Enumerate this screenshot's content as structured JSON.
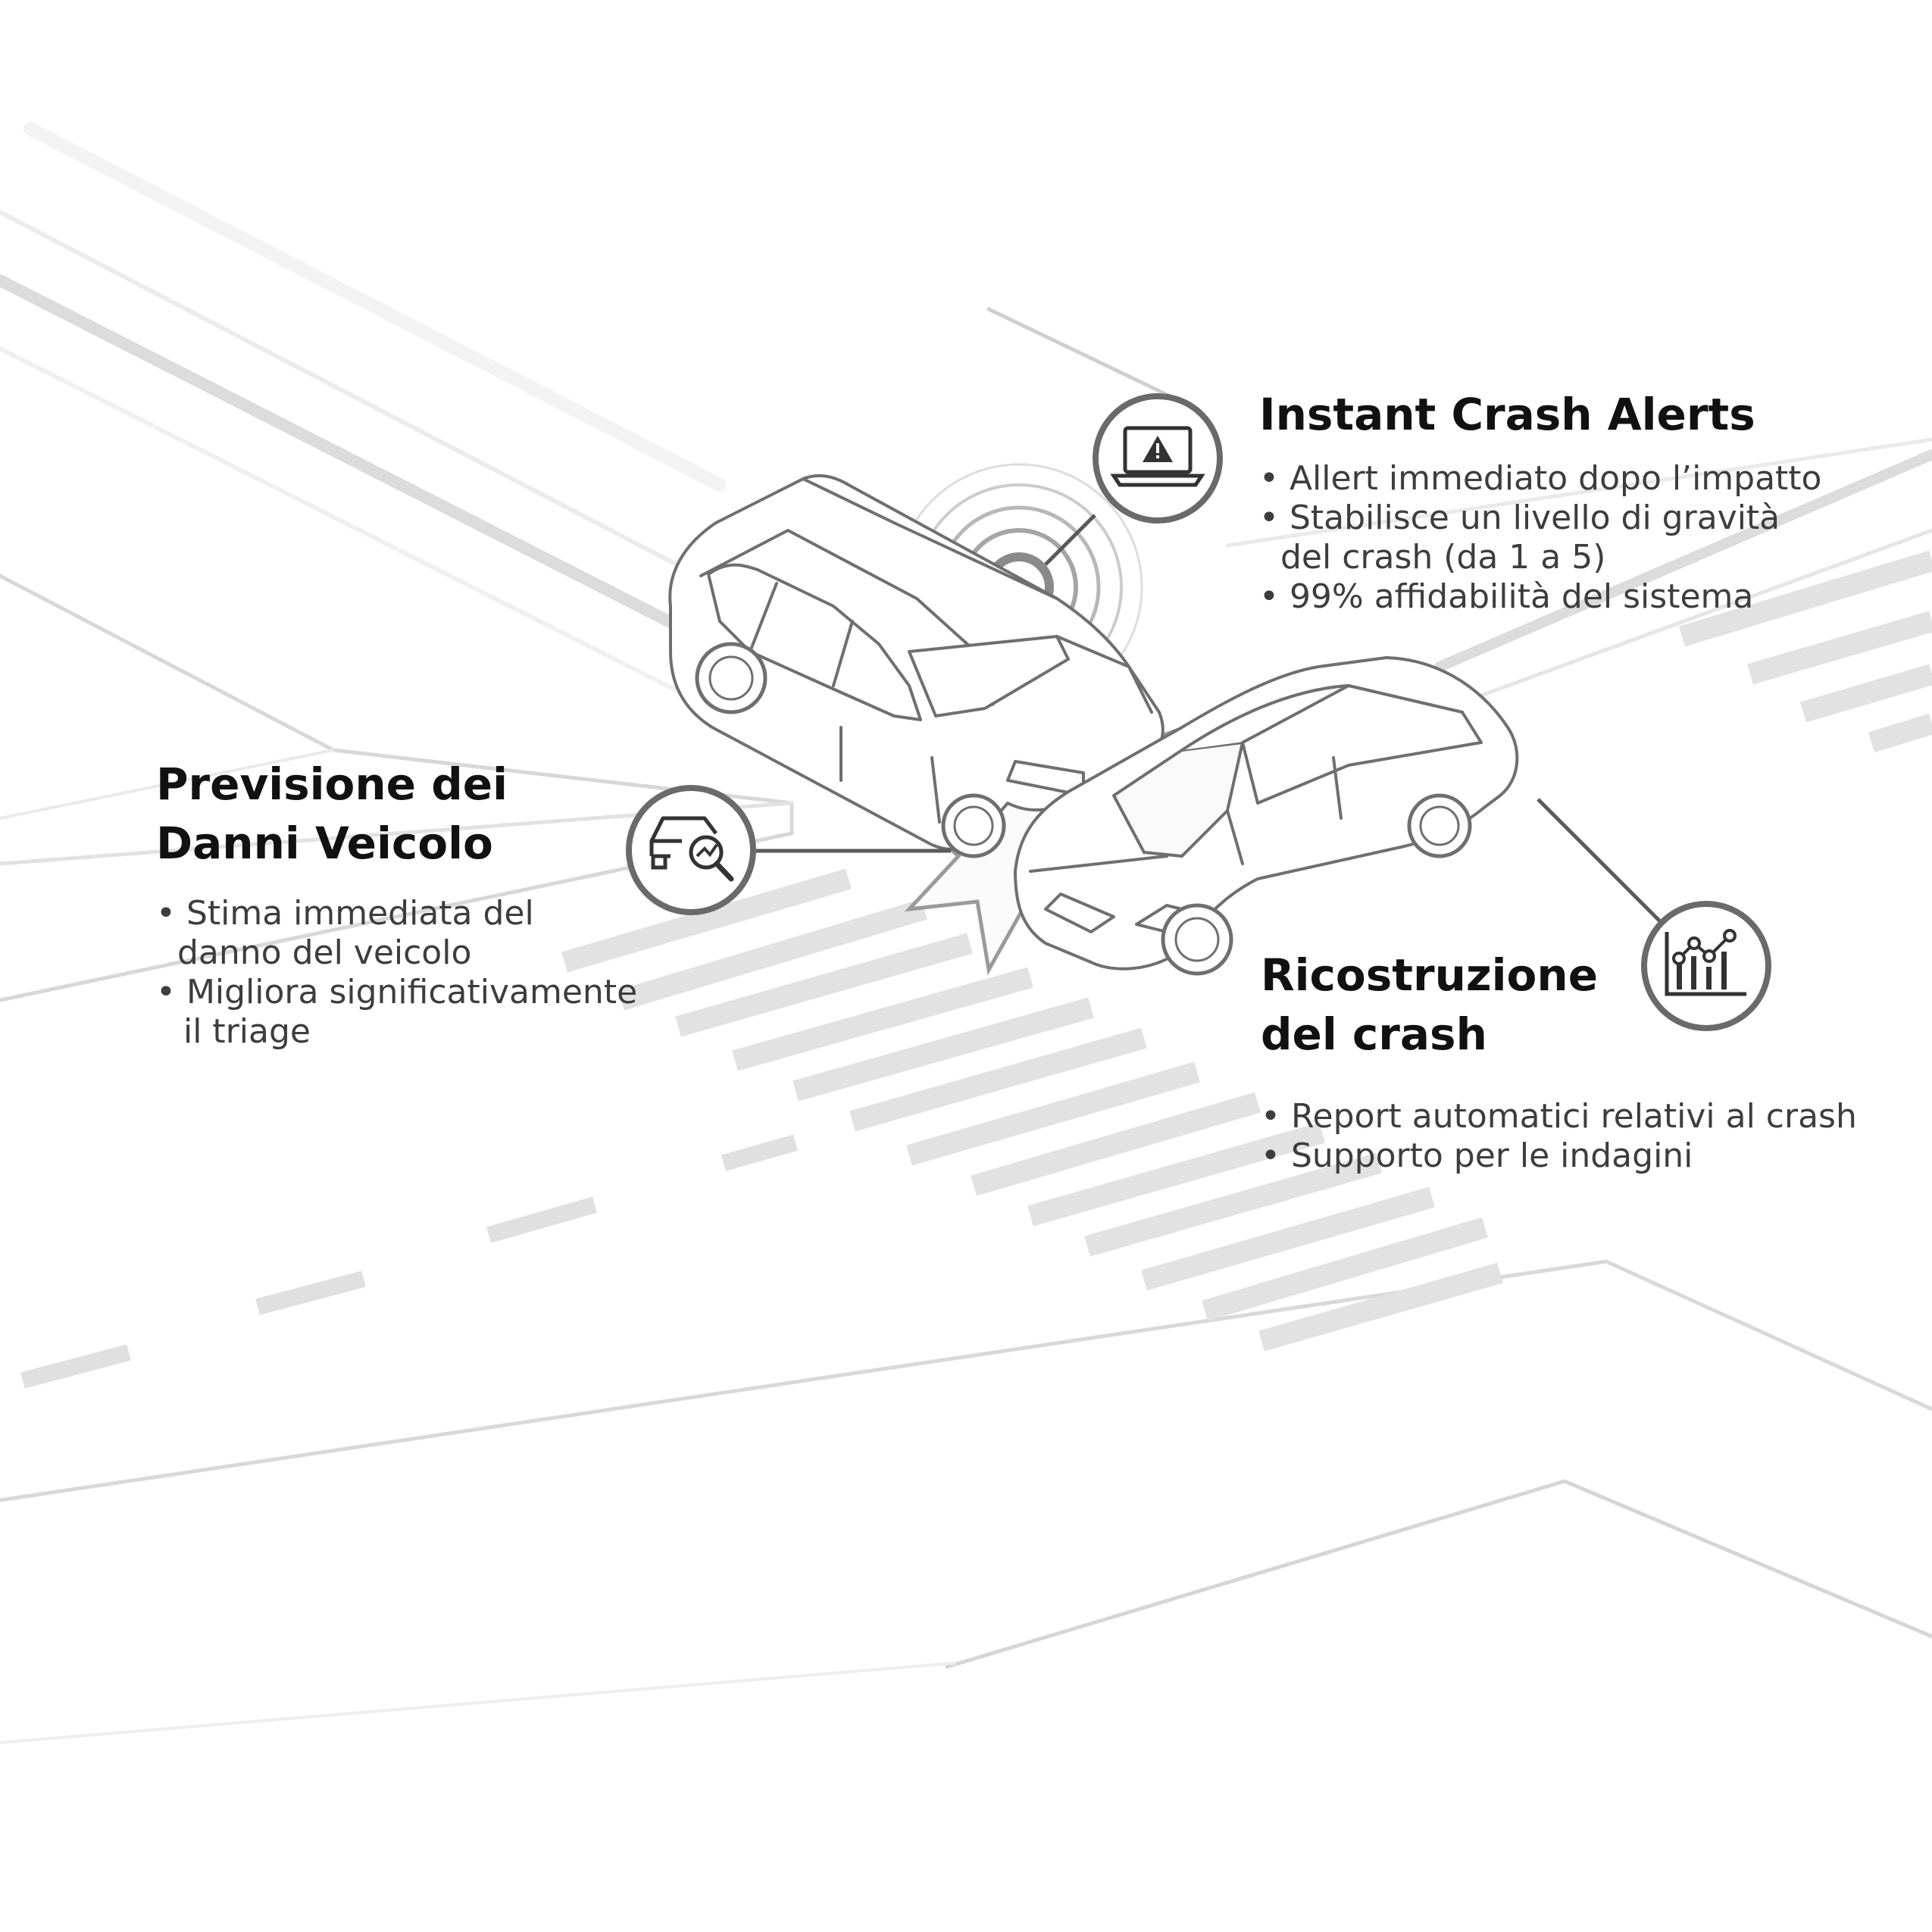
{
  "features": {
    "alerts": {
      "title": "Instant Crash Alerts",
      "bullets": {
        "b1": "• Allert immediato dopo l’impatto",
        "b2": "• Stabilisce un livello di gravità",
        "b2b": "del crash (da 1 a 5)",
        "b3": "• 99% affidabilità del sistema"
      },
      "icon": "laptop-alert-icon"
    },
    "damage": {
      "title_line1": "Previsione dei",
      "title_line2": "Danni Veicolo",
      "bullets": {
        "b1": "• Stima immediata del",
        "b1b": "danno del veicolo",
        "b2": "• Migliora significativamente",
        "b2b": "il triage"
      },
      "icon": "car-search-icon"
    },
    "reconstruction": {
      "title_line1": "Ricostruzione",
      "title_line2": "del crash",
      "bullets": {
        "b1": "• Report automatici relativi al crash",
        "b2": "• Supporto per le indagini"
      },
      "icon": "line-bar-chart-icon"
    }
  },
  "colors": {
    "road": "#e8e8e8",
    "stripe": "#e3e3e3",
    "outline": "#6f6f6f",
    "text": "#3d3d3d",
    "title": "#111111"
  }
}
